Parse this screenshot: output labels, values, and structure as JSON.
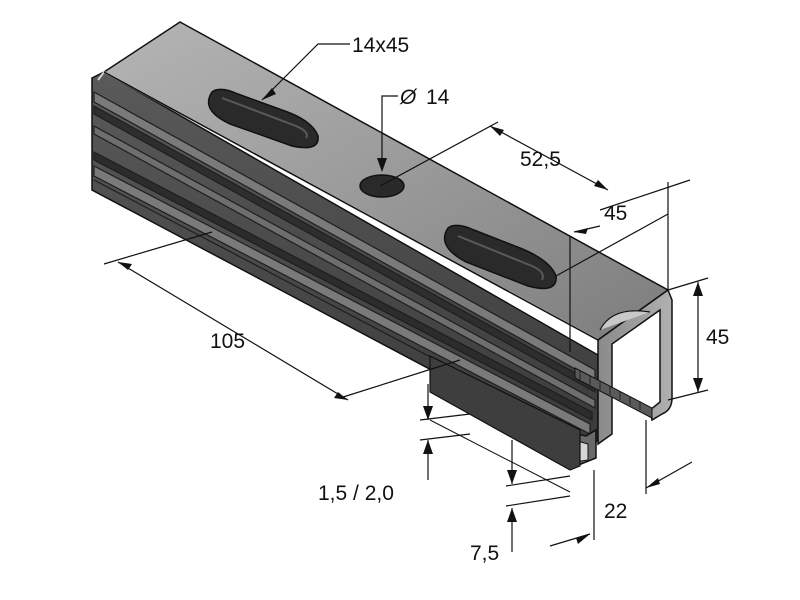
{
  "drawing": {
    "dimensions": {
      "slot": "14x45",
      "hole": "14",
      "hole_symbol": "Ø",
      "pitch": "52,5",
      "flange_width": "45",
      "length": "105",
      "height": "45",
      "thickness": "1,5 / 2,0",
      "lip": "7,5",
      "opening": "22"
    },
    "colors": {
      "top_face": "#9b9b9b",
      "side_face": "#4a4a4a",
      "groove_light": "#7a7a7a",
      "groove_dark": "#2c2c2c",
      "outline": "#111111"
    }
  }
}
